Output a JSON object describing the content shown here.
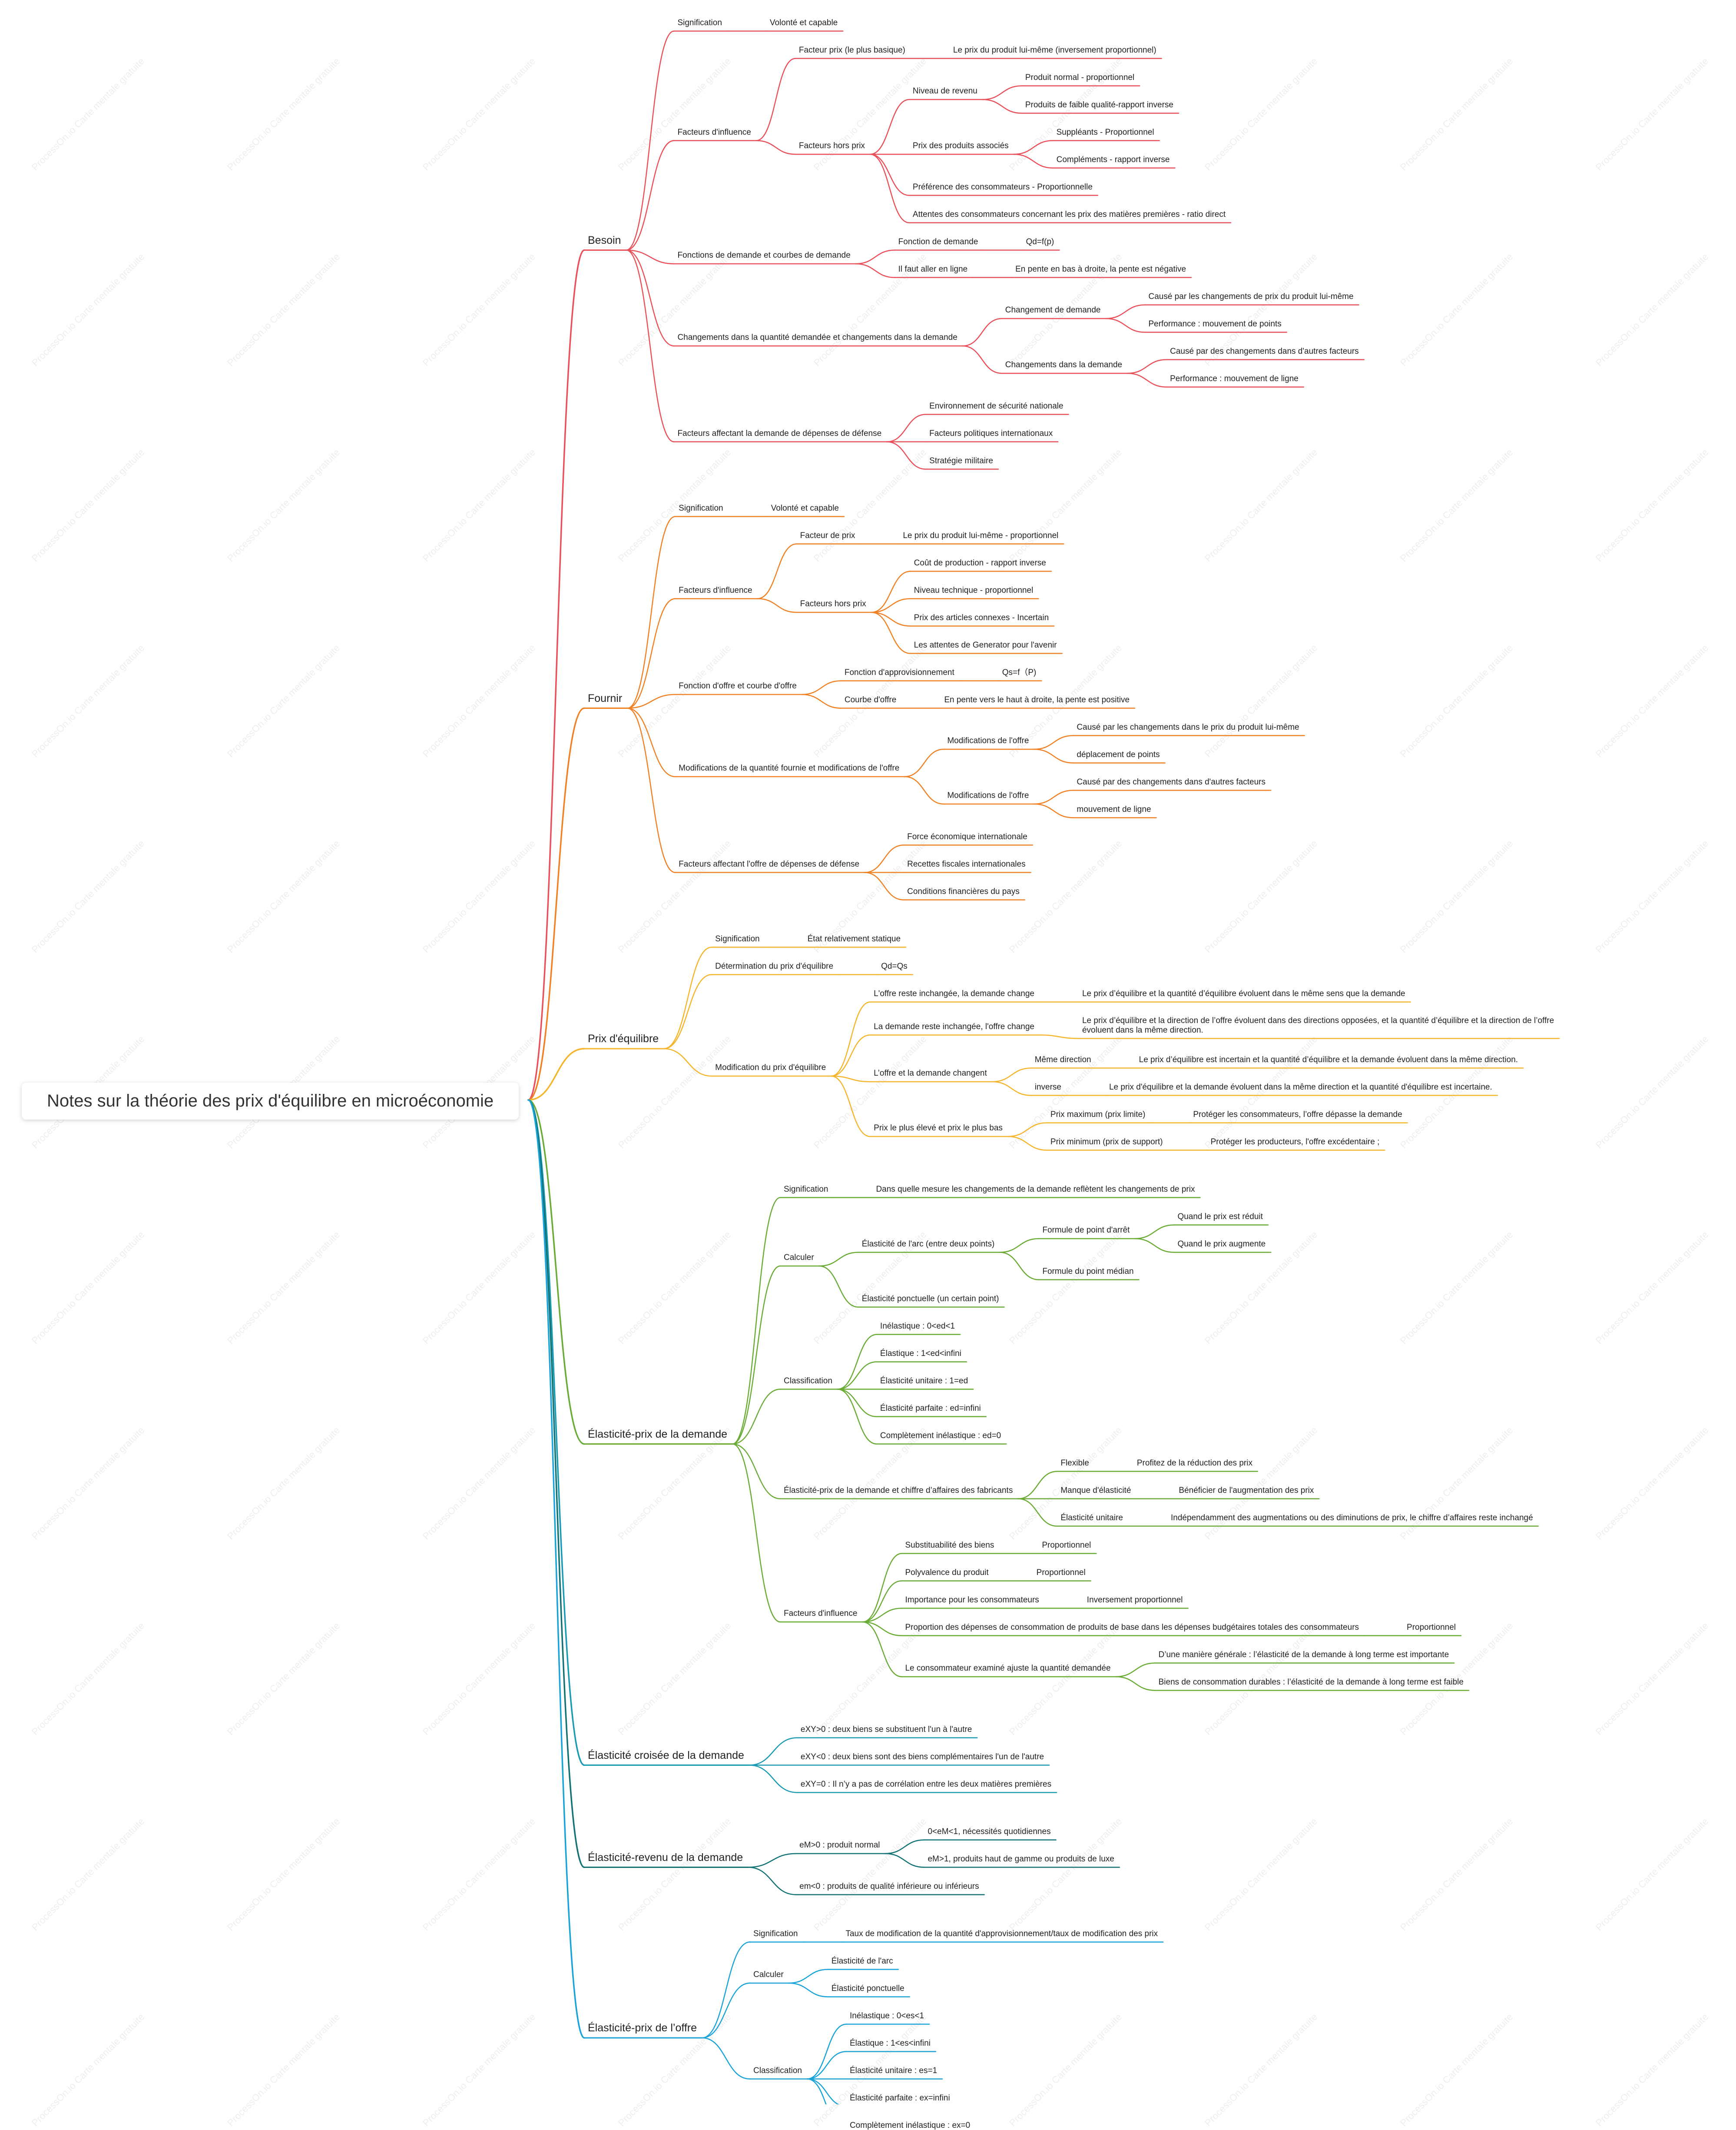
{
  "root": "Notes sur la théorie des prix d'équilibre en microéconomie",
  "watermark": "ProcessOn.io Carte mentale gratuite",
  "branch_colors": [
    "#e9505a",
    "#f08125",
    "#f5b52c",
    "#6aab35",
    "#1b9bb3",
    "#127274",
    "#1aa3d9"
  ],
  "branches": [
    {
      "t": "Besoin",
      "c": [
        {
          "t": "Signification",
          "c": [
            {
              "t": "Volonté et capable"
            }
          ]
        },
        {
          "t": "Facteurs d'influence",
          "c": [
            {
              "t": "Facteur prix (le plus basique)",
              "c": [
                {
                  "t": "Le prix du produit lui-même (inversement proportionnel)"
                }
              ]
            },
            {
              "t": "Facteurs hors prix",
              "c": [
                {
                  "t": "Niveau de revenu",
                  "c": [
                    {
                      "t": "Produit normal - proportionnel"
                    },
                    {
                      "t": "Produits de faible qualité-rapport inverse"
                    }
                  ]
                },
                {
                  "t": "Prix des produits associés",
                  "c": [
                    {
                      "t": "Suppléants - Proportionnel"
                    },
                    {
                      "t": "Compléments - rapport inverse"
                    }
                  ]
                },
                {
                  "t": "Préférence des consommateurs - Proportionnelle"
                },
                {
                  "t": "Attentes des consommateurs concernant les prix des matières premières - ratio direct"
                }
              ]
            }
          ]
        },
        {
          "t": "Fonctions de demande et courbes de demande",
          "c": [
            {
              "t": "Fonction de demande",
              "c": [
                {
                  "t": "Qd=f(p)"
                }
              ]
            },
            {
              "t": "Il faut aller en ligne",
              "c": [
                {
                  "t": "En pente en bas à droite, la pente est négative"
                }
              ]
            }
          ]
        },
        {
          "t": "Changements dans la quantité demandée et changements dans la demande",
          "c": [
            {
              "t": "Changement de demande",
              "c": [
                {
                  "t": "Causé par les changements de prix du produit lui-même"
                },
                {
                  "t": "Performance : mouvement de points"
                }
              ]
            },
            {
              "t": "Changements dans la demande",
              "c": [
                {
                  "t": "Causé par des changements dans d'autres facteurs"
                },
                {
                  "t": "Performance : mouvement de ligne"
                }
              ]
            }
          ]
        },
        {
          "t": "Facteurs affectant la demande de dépenses de défense",
          "c": [
            {
              "t": "Environnement de sécurité nationale"
            },
            {
              "t": "Facteurs politiques internationaux"
            },
            {
              "t": "Stratégie militaire"
            }
          ]
        }
      ]
    },
    {
      "t": "Fournir",
      "c": [
        {
          "t": "Signification",
          "c": [
            {
              "t": "Volonté et capable"
            }
          ]
        },
        {
          "t": "Facteurs d'influence",
          "c": [
            {
              "t": "Facteur de prix",
              "c": [
                {
                  "t": "Le prix du produit lui-même - proportionnel"
                }
              ]
            },
            {
              "t": "Facteurs hors prix",
              "c": [
                {
                  "t": "Coût de production - rapport inverse"
                },
                {
                  "t": "Niveau technique - proportionnel"
                },
                {
                  "t": "Prix des articles connexes - Incertain"
                },
                {
                  "t": "Les attentes de Generator pour l'avenir"
                }
              ]
            }
          ]
        },
        {
          "t": "Fonction d'offre et courbe d'offre",
          "c": [
            {
              "t": "Fonction d'approvisionnement",
              "c": [
                {
                  "t": "Qs=f（P)"
                }
              ]
            },
            {
              "t": "Courbe d'offre",
              "c": [
                {
                  "t": "En pente vers le haut à droite, la pente est positive"
                }
              ]
            }
          ]
        },
        {
          "t": "Modifications de la quantité fournie et modifications de l'offre",
          "c": [
            {
              "t": "Modifications de l'offre",
              "c": [
                {
                  "t": "Causé par les changements dans le prix du produit lui-même"
                },
                {
                  "t": "déplacement de points"
                }
              ]
            },
            {
              "t": "Modifications de l'offre",
              "c": [
                {
                  "t": "Causé par des changements dans d'autres facteurs"
                },
                {
                  "t": "mouvement de ligne"
                }
              ]
            }
          ]
        },
        {
          "t": "Facteurs affectant l'offre de dépenses de défense",
          "c": [
            {
              "t": "Force économique internationale"
            },
            {
              "t": "Recettes fiscales internationales"
            },
            {
              "t": "Conditions financières du pays"
            }
          ]
        }
      ]
    },
    {
      "t": "Prix d'équilibre",
      "c": [
        {
          "t": "Signification",
          "c": [
            {
              "t": "État relativement statique"
            }
          ]
        },
        {
          "t": "Détermination du prix d'équilibre",
          "c": [
            {
              "t": "Qd=Qs"
            }
          ]
        },
        {
          "t": "Modification du prix d'équilibre",
          "c": [
            {
              "t": "L'offre reste inchangée, la demande change",
              "c": [
                {
                  "t": "Le prix d’équilibre et la quantité d’équilibre évoluent dans le même sens que la demande"
                }
              ]
            },
            {
              "t": "La demande reste inchangée, l'offre change",
              "c": [
                {
                  "t": "Le prix d’équilibre et la direction de l’offre évoluent dans des directions opposées, et la quantité d’équilibre et la direction de l’offre|évoluent dans la même direction."
                }
              ]
            },
            {
              "t": "L’offre et la demande changent",
              "c": [
                {
                  "t": "Même direction",
                  "c": [
                    {
                      "t": "Le prix d’équilibre est incertain et la quantité d’équilibre et la demande évoluent dans la même direction."
                    }
                  ]
                },
                {
                  "t": "inverse",
                  "c": [
                    {
                      "t": "Le prix d'équilibre et la demande évoluent dans la même direction et la quantité d'équilibre est incertaine."
                    }
                  ]
                }
              ]
            },
            {
              "t": "Prix le plus élevé et prix le plus bas",
              "c": [
                {
                  "t": "Prix maximum (prix limite)",
                  "c": [
                    {
                      "t": "Protéger les consommateurs, l’offre dépasse la demande"
                    }
                  ]
                },
                {
                  "t": "Prix minimum (prix de support)",
                  "c": [
                    {
                      "t": "Protéger les producteurs, l'offre excédentaire ;"
                    }
                  ]
                }
              ]
            }
          ]
        }
      ]
    },
    {
      "t": "Élasticité-prix de la demande",
      "c": [
        {
          "t": "Signification",
          "c": [
            {
              "t": "Dans quelle mesure les changements de la demande reflètent les changements de prix"
            }
          ]
        },
        {
          "t": "Calculer",
          "c": [
            {
              "t": "Élasticité de l'arc (entre deux points)",
              "c": [
                {
                  "t": "Formule de point d'arrêt",
                  "c": [
                    {
                      "t": "Quand le prix est réduit"
                    },
                    {
                      "t": "Quand le prix augmente"
                    }
                  ]
                },
                {
                  "t": "Formule du point médian"
                }
              ]
            },
            {
              "t": "Élasticité ponctuelle (un certain point)"
            }
          ]
        },
        {
          "t": "Classification",
          "c": [
            {
              "t": "Inélastique : 0<ed<1"
            },
            {
              "t": "Élastique : 1<ed<infini"
            },
            {
              "t": "Élasticité unitaire : 1=ed"
            },
            {
              "t": "Élasticité parfaite : ed=infini"
            },
            {
              "t": "Complètement inélastique : ed=0"
            }
          ]
        },
        {
          "t": "Élasticité-prix de la demande et chiffre d’affaires des fabricants",
          "c": [
            {
              "t": "Flexible",
              "c": [
                {
                  "t": "Profitez de la réduction des prix"
                }
              ]
            },
            {
              "t": "Manque d'élasticité",
              "c": [
                {
                  "t": "Bénéficier de l'augmentation des prix"
                }
              ]
            },
            {
              "t": "Élasticité unitaire",
              "c": [
                {
                  "t": "Indépendamment des augmentations ou des diminutions de prix, le chiffre d’affaires reste inchangé"
                }
              ]
            }
          ]
        },
        {
          "t": "Facteurs d'influence",
          "c": [
            {
              "t": "Substituabilité des biens",
              "c": [
                {
                  "t": "Proportionnel"
                }
              ]
            },
            {
              "t": "Polyvalence du produit",
              "c": [
                {
                  "t": "Proportionnel"
                }
              ]
            },
            {
              "t": "Importance pour les consommateurs",
              "c": [
                {
                  "t": "Inversement proportionnel"
                }
              ]
            },
            {
              "t": "Proportion des dépenses de consommation de produits de base dans les dépenses budgétaires totales des consommateurs",
              "c": [
                {
                  "t": "Proportionnel"
                }
              ]
            },
            {
              "t": "Le consommateur examiné ajuste la quantité demandée",
              "c": [
                {
                  "t": "D’une manière générale : l’élasticité de la demande à long terme est importante"
                },
                {
                  "t": "Biens de consommation durables : l’élasticité de la demande à long terme est faible"
                }
              ]
            }
          ]
        }
      ]
    },
    {
      "t": "Élasticité croisée de la demande",
      "c": [
        {
          "t": "eXY>0 : deux biens se substituent l'un à l'autre"
        },
        {
          "t": "eXY<0 : deux biens sont des biens complémentaires l'un de l'autre"
        },
        {
          "t": "eXY=0 : Il n’y a pas de corrélation entre les deux matières premières"
        }
      ]
    },
    {
      "t": "Élasticité-revenu de la demande",
      "c": [
        {
          "t": "eM>0 : produit normal",
          "c": [
            {
              "t": "0<eM<1, nécessités quotidiennes"
            },
            {
              "t": "eM>1, produits haut de gamme ou produits de luxe"
            }
          ]
        },
        {
          "t": "em<0 : produits de qualité inférieure ou inférieurs"
        }
      ]
    },
    {
      "t": "Élasticité-prix de l’offre",
      "c": [
        {
          "t": "Signification",
          "c": [
            {
              "t": "Taux de modification de la quantité d'approvisionnement/taux de modification des prix"
            }
          ]
        },
        {
          "t": "Calculer",
          "c": [
            {
              "t": "Élasticité de l'arc"
            },
            {
              "t": "Élasticité ponctuelle"
            }
          ]
        },
        {
          "t": "Classification",
          "c": [
            {
              "t": "Inélastique : 0<es<1"
            },
            {
              "t": "Élastique : 1<es<infini"
            },
            {
              "t": "Élasticité unitaire : es=1"
            },
            {
              "t": "Élasticité parfaite : ex=infini"
            },
            {
              "t": "Complètement inélastique : ex=0"
            }
          ]
        }
      ]
    }
  ]
}
